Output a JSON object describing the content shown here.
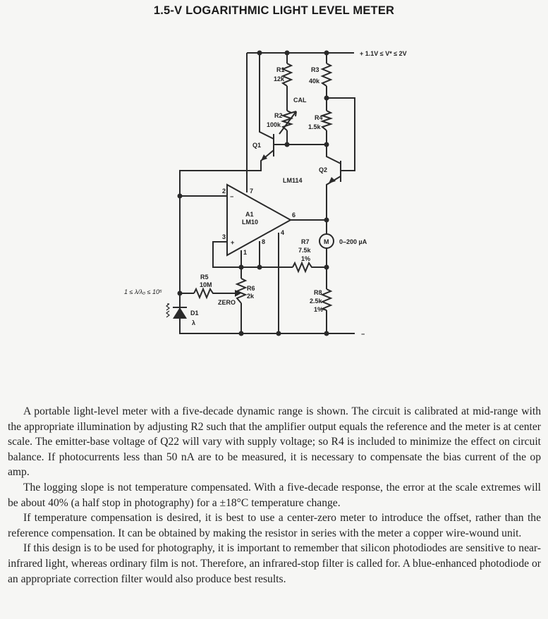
{
  "title": "1.5-V LOGARITHMIC LIGHT LEVEL METER",
  "schematic": {
    "supply": "+ 1.1V ≤ V* ≤ 2V",
    "r1": {
      "name": "R1",
      "value": "12k"
    },
    "r2": {
      "name": "R2",
      "value": "100k"
    },
    "cal": "CAL",
    "r3": {
      "name": "R3",
      "value": "40k"
    },
    "r4": {
      "name": "R4",
      "value": "1.5k"
    },
    "q1": "Q1",
    "q2": "Q2",
    "lm114": "LM114",
    "a1": {
      "name": "A1",
      "part": "LM10"
    },
    "pins": {
      "p1": "1",
      "p2": "2",
      "p3": "3",
      "p4": "4",
      "p6": "6",
      "p7": "7",
      "p8": "8",
      "minus": "−",
      "plus": "+"
    },
    "meter": {
      "symbol": "M",
      "range": "0–200 µA"
    },
    "r7": {
      "name": "R7",
      "value": "7.5k",
      "tol": "1%"
    },
    "r8": {
      "name": "R8",
      "value": "2.5k",
      "tol": "1%"
    },
    "r5": {
      "name": "R5",
      "value": "10M"
    },
    "r6": {
      "name": "R6",
      "value": "2k"
    },
    "zero": "ZERO",
    "d1": {
      "name": "D1",
      "sym": "λ"
    },
    "range": "1 ≤ λ/λ₀ ≤ 10⁵",
    "ground": "−"
  },
  "paragraphs": [
    "A portable light-level meter with a five-decade dynamic range is shown. The circuit is calibrated at mid-range with the appropriate illumination by adjusting R2 such that the amplifier output equals the reference and the meter is at center scale. The emitter-base voltage of Q22 will vary with supply voltage; so R4 is included to minimize the effect on circuit balance. If photocurrents less than 50 nA are to be measured, it is necessary to compensate the bias current of the op amp.",
    "The logging slope is not temperature compensated. With a five-decade response, the error at the scale extremes will be about 40% (a half stop in photography) for a ±18°C temperature change.",
    "If temperature compensation is desired, it is best to use a center-zero meter to introduce the offset, rather than the reference compensation. It can be obtained by making the resistor in series with the meter a copper wire-wound unit.",
    "If this design is to be used for photography, it is important to remember that silicon photodiodes are sensitive to near-infrared light, whereas ordinary film is not. Therefore, an infrared-stop filter is called for. A blue-enhanced photodiode or an appropriate correction filter would also produce best results."
  ]
}
